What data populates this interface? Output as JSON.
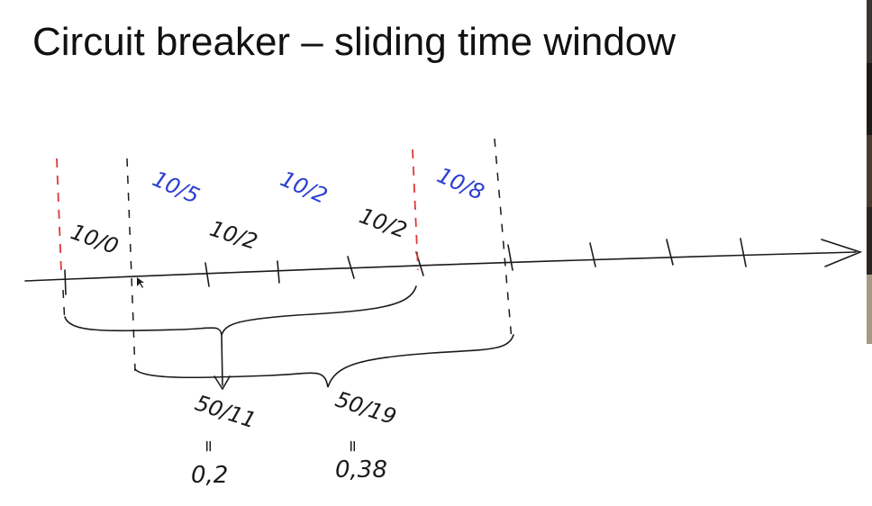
{
  "title": "Circuit breaker – sliding time window",
  "colors": {
    "ink": "#1a1a1a",
    "blue": "#2a3fd0",
    "red": "#e0383a"
  },
  "buckets_black": [
    "10/0",
    "10/2",
    "10/2"
  ],
  "buckets_blue": [
    "10/5",
    "10/2",
    "10/8"
  ],
  "results": [
    {
      "fraction": "50/11",
      "equals": "=",
      "ratio": "0,2"
    },
    {
      "fraction": "50/19",
      "equals": "=",
      "ratio": "0,38"
    }
  ]
}
